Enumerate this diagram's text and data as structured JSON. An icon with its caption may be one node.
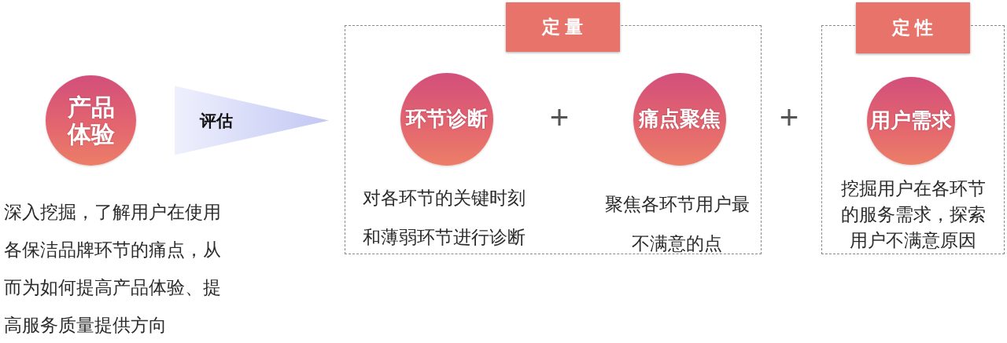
{
  "diagram": {
    "nodes": [
      {
        "text": [
          "产品体验"
        ],
        "beside": [
          "深入挖掘，了解用户在使用各保洁品牌环节的痛点，从而为如何提高产品体验、提高服务质量提供方向"
        ]
      },
      {
        "text": [
          "定 量"
        ]
      },
      {
        "text": [
          "环节诊断"
        ],
        "in": 1,
        "beside": [
          "对各环节的关键时刻和薄弱环节进行诊断"
        ]
      },
      {
        "text": [
          "痛点聚焦"
        ],
        "in": 1,
        "beside": [
          "聚焦各环节用户最不满意的点"
        ]
      },
      {
        "text": [
          "定 性"
        ]
      },
      {
        "text": [
          "用户需求"
        ],
        "in": 4,
        "beside": [
          "挖掘用户在各环节的服务需求，探索用户不满意原因"
        ]
      }
    ],
    "edges": [
      {
        "from": 0,
        "to": 1,
        "arrow": "to",
        "label": "评估"
      }
    ],
    "labels": [
      "+",
      "+"
    ]
  }
}
